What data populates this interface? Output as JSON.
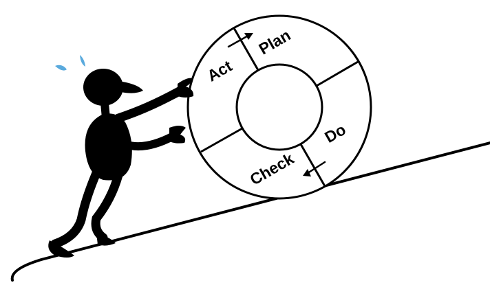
{
  "cycle": {
    "labels": {
      "plan": "Plan",
      "do": "Do",
      "check": "Check",
      "act": "Act"
    }
  },
  "illustration": {
    "figure": "stick-figure-pushing-wheel",
    "sweat": "sweat-drops-icon",
    "slope": "uphill-slope"
  },
  "colors": {
    "ink": "#000000",
    "background": "#ffffff",
    "sweat": "#5aaadd"
  }
}
